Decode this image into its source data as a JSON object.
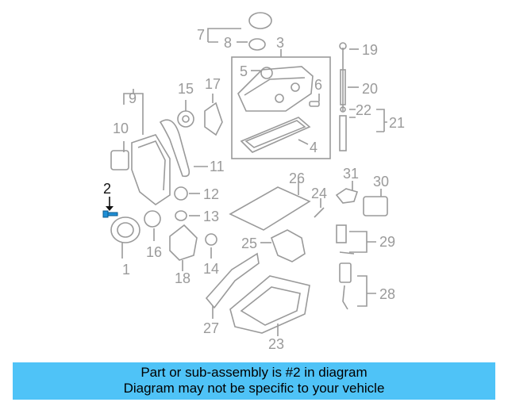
{
  "diagram": {
    "highlighted_callout": "2",
    "callouts": [
      "1",
      "3",
      "4",
      "5",
      "6",
      "7",
      "8",
      "9",
      "10",
      "11",
      "12",
      "13",
      "14",
      "15",
      "16",
      "17",
      "18",
      "19",
      "20",
      "21",
      "22",
      "23",
      "24",
      "25",
      "26",
      "27",
      "28",
      "29",
      "30",
      "31"
    ],
    "highlight_color": "#1f8fd6",
    "part_color": "#9a9a9a"
  },
  "banner": {
    "line1": "Part or sub-assembly is #2 in diagram",
    "line2": "Diagram may not be specific to your vehicle",
    "background": "#4fc3f7"
  }
}
